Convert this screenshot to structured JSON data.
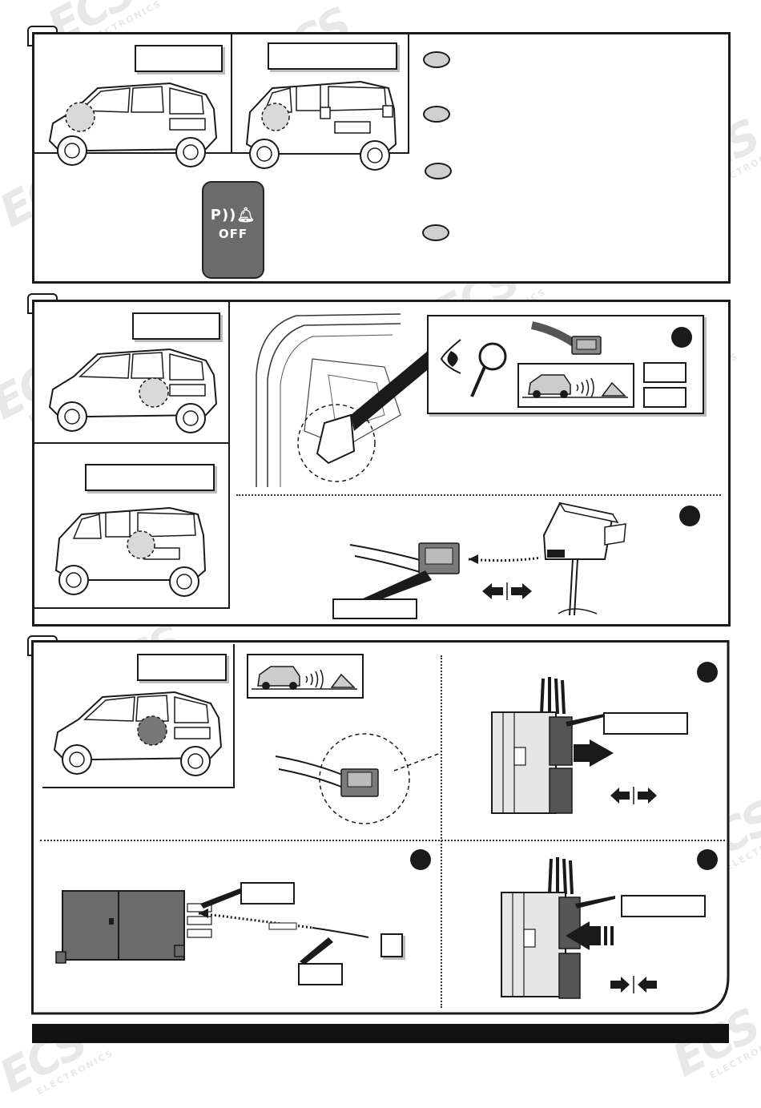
{
  "poff_button": {
    "icon": "parking-sensor-icon",
    "line1": "P",
    "line2": "OFF"
  },
  "watermark": {
    "brand": "ECS",
    "sub": "ELECTRONICS"
  },
  "colors": {
    "ink": "#1a1a1a",
    "grey_fill": "#6b6b6b",
    "light_fill": "#cfcfcf",
    "dark_part": "#555555"
  }
}
